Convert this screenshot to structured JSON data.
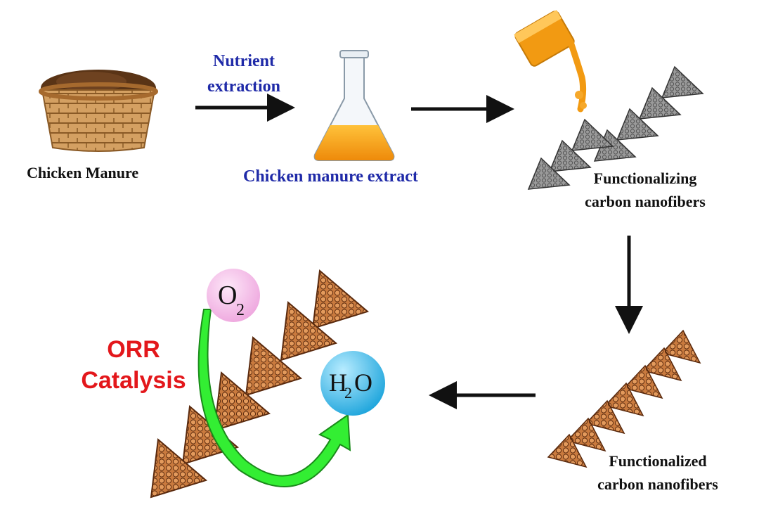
{
  "labels": {
    "chicken_manure": "Chicken Manure",
    "nutrient_extraction_line1": "Nutrient",
    "nutrient_extraction_line2": "extraction",
    "extract": "Chicken manure extract",
    "functionalizing_line1": "Functionalizing",
    "functionalizing_line2": "carbon nanofibers",
    "functionalized_line1": "Functionalized",
    "functionalized_line2": "carbon nanofibers",
    "orr_line1": "ORR",
    "orr_line2": "Catalysis",
    "o2_symbol": "O",
    "o2_subscript": "2",
    "h2o_h": "H",
    "h2o_subscript": "2",
    "h2o_o": "O"
  },
  "colors": {
    "label_text": "#111111",
    "process_label": "#1f2aa8",
    "orr_label": "#e3171b",
    "arrow": "#111111",
    "basket": "#c9954f",
    "manure": "#5a3416",
    "liquid": "#f29a12",
    "gray_fiber": "#8a8a8a",
    "brown_fiber": "#c06a34",
    "o2_bubble": "#f3b8e8",
    "h2o_bubble": "#3ab6e6",
    "green_arrow": "#33ee33"
  },
  "icons": {
    "basket": "basket-icon",
    "flask": "flask-icon",
    "pouring_beaker": "pouring-beaker-icon",
    "gray_nanofiber": "gray-nanofiber-icon",
    "brown_nanofiber": "brown-nanofiber-icon"
  }
}
